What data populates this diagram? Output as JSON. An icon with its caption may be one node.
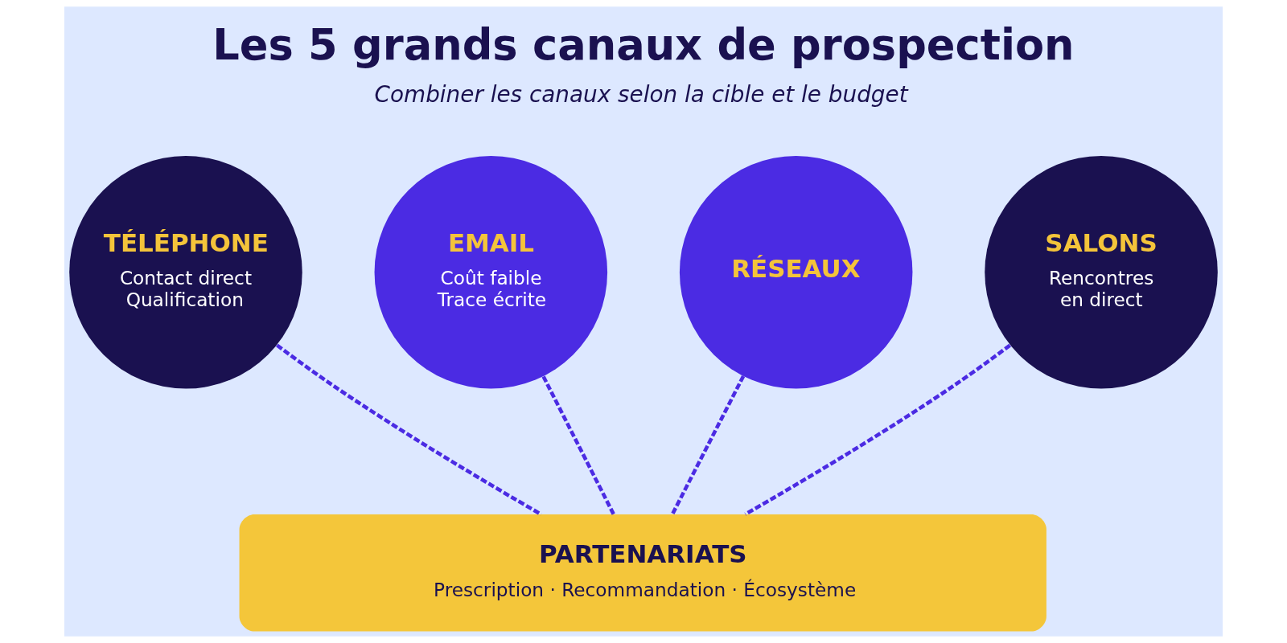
{
  "diagram": {
    "title": "Les 5 grands canaux de prospection",
    "nodes": [
      {
        "text": [
          "TÉLÉPHONE",
          "Contact direct Qualification"
        ]
      },
      {
        "text": [
          "EMAIL",
          "Coût faible Trace écrite"
        ]
      },
      {
        "text": [
          "RÉSEAUX"
        ]
      },
      {
        "text": [
          "SALONS",
          "Rencontres en direct"
        ]
      },
      {
        "text": [
          "PARTENARIATS",
          "Prescription · Recommandation · Écosystème"
        ]
      }
    ],
    "edges": [
      {
        "from": 0,
        "to": 4,
        "arrow": "none",
        "style": "dashed"
      },
      {
        "from": 1,
        "to": 4,
        "arrow": "none",
        "style": "dashed"
      },
      {
        "from": 2,
        "to": 4,
        "arrow": "none",
        "style": "dashed"
      },
      {
        "from": 3,
        "to": 4,
        "arrow": "none",
        "style": "dashed"
      }
    ],
    "labels": [
      "Combiner les canaux selon la cible et le budget"
    ]
  }
}
